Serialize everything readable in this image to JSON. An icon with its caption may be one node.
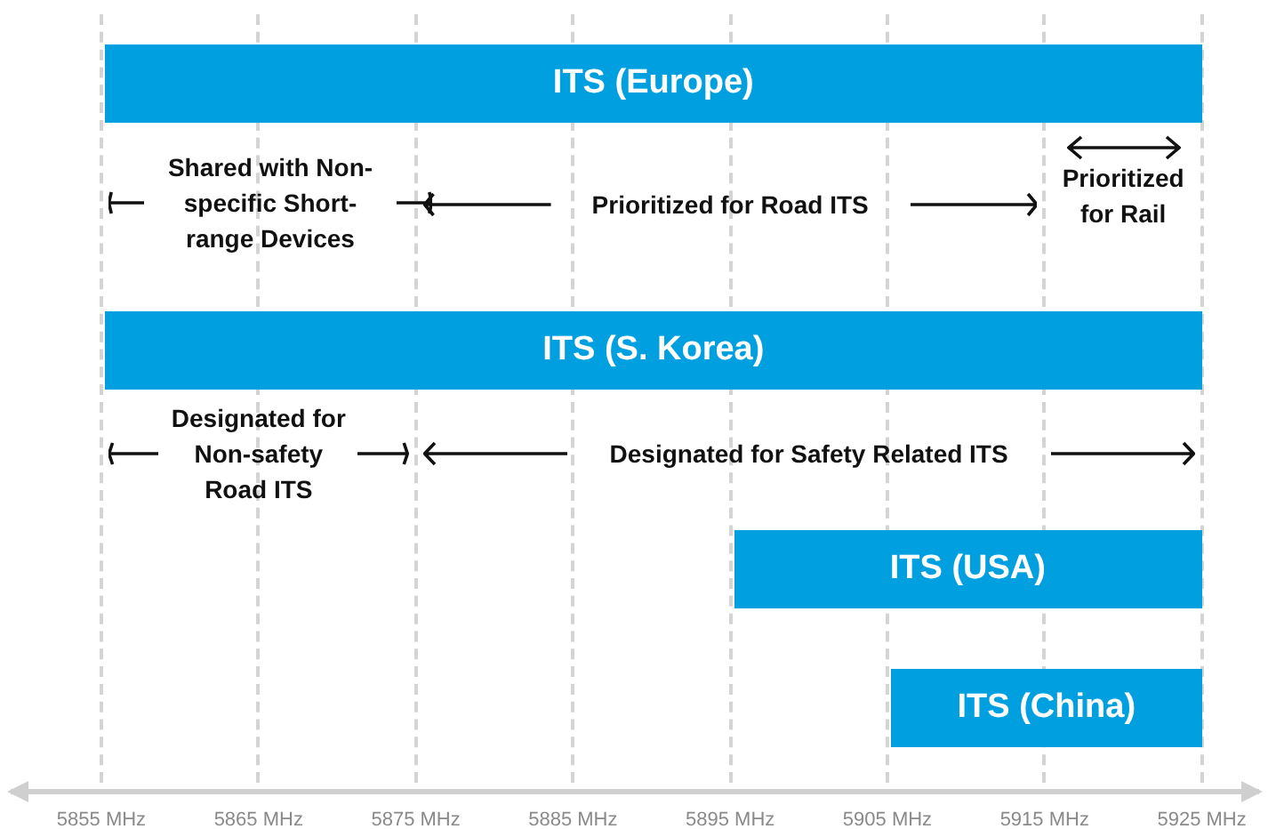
{
  "diagram": {
    "nodes": [
      {
        "text": [
          "ITS (Europe)"
        ]
      },
      {
        "text": [
          "ITS (S. Korea)"
        ]
      },
      {
        "text": [
          "ITS (USA)"
        ]
      },
      {
        "text": [
          "ITS (China)"
        ]
      }
    ],
    "labels": [
      "Shared with Non-specific Short-range Devices",
      "Prioritized for Road ITS",
      "Prioritized for Rail",
      "Designated for Non-safety Road ITS",
      "Designated for Safety Related ITS",
      "5855 MHz",
      "5865 MHz",
      "5875 MHz",
      "5885 MHz",
      "5895 MHz",
      "5905 MHz",
      "5915 MHz",
      "5925 MHz"
    ]
  }
}
